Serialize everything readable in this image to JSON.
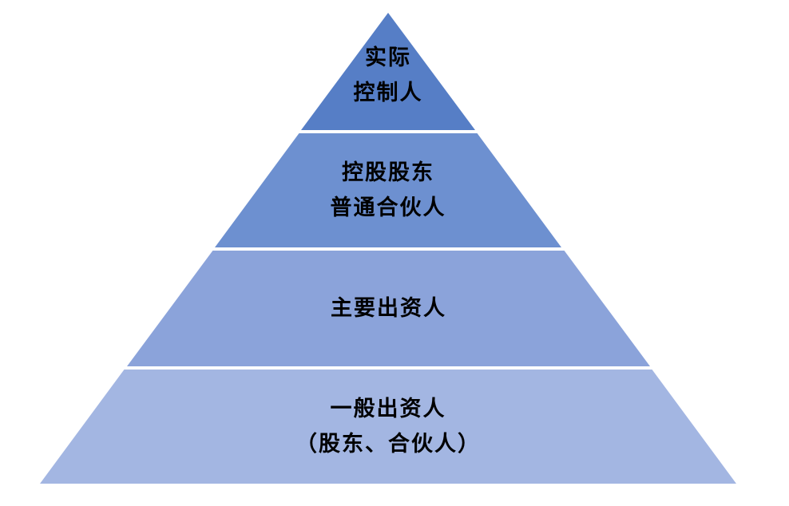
{
  "diagram": {
    "type": "pyramid",
    "background_color": "#FFFFFF",
    "text_color": "#000000",
    "separator_color": "#FFFFFF",
    "levels": [
      {
        "name": "actual-controller",
        "color": "#567EC6",
        "lines": [
          "实际",
          "控制人"
        ]
      },
      {
        "name": "controlling-shareholder-general-partner",
        "color": "#6D90D0",
        "lines": [
          "控股股东",
          "普通合伙人"
        ]
      },
      {
        "name": "major-investor",
        "color": "#8BA3DA",
        "lines": [
          "主要出资人"
        ]
      },
      {
        "name": "general-investor",
        "color": "#A3B6E2",
        "lines": [
          "一般出资人",
          "（股东、合伙人）"
        ]
      }
    ]
  }
}
